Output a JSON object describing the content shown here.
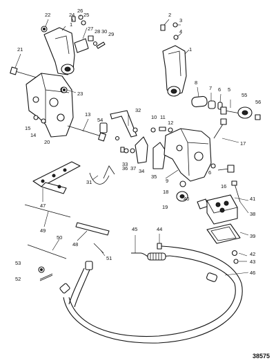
{
  "diagram": {
    "reference_number": "38575",
    "callouts": [
      "1",
      "2",
      "3",
      "4",
      "5",
      "6",
      "7",
      "8",
      "9",
      "10",
      "11",
      "12",
      "13",
      "14",
      "15",
      "16",
      "17",
      "18",
      "19",
      "20",
      "21",
      "22",
      "23",
      "24",
      "25",
      "26",
      "27",
      "28",
      "29",
      "30",
      "31",
      "32",
      "33",
      "34",
      "35",
      "36",
      "37",
      "38",
      "39",
      "40",
      "41",
      "42",
      "43",
      "44",
      "45",
      "46",
      "47",
      "48",
      "49",
      "50",
      "51",
      "52",
      "53",
      "54",
      "55",
      "56"
    ]
  }
}
